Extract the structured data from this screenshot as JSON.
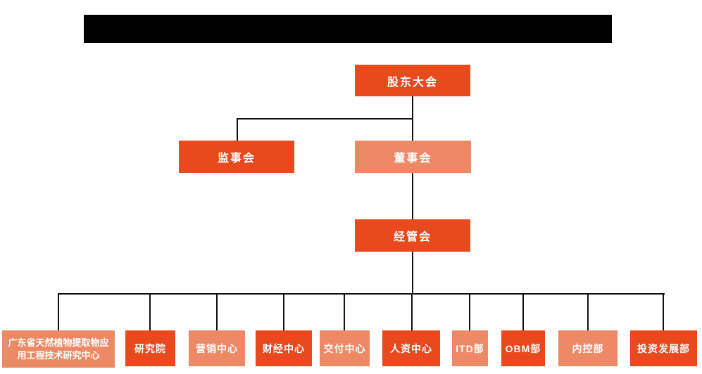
{
  "colors": {
    "node_dark": "#E8491D",
    "node_light": "#EE8966",
    "line": "#111111",
    "text": "#FFFFFF",
    "redaction": "#000000"
  },
  "org_chart": {
    "top": {
      "label": "股东大会",
      "tone": "dark"
    },
    "level2": [
      {
        "label": "监事会",
        "tone": "dark"
      },
      {
        "label": "董事会",
        "tone": "light"
      }
    ],
    "level3": {
      "label": "经管会",
      "tone": "dark"
    },
    "departments": [
      {
        "label": "广东省天然植物提取物应用工程技术研究中心",
        "tone": "light"
      },
      {
        "label": "研究院",
        "tone": "dark"
      },
      {
        "label": "营销中心",
        "tone": "light"
      },
      {
        "label": "财经中心",
        "tone": "dark"
      },
      {
        "label": "交付中心",
        "tone": "light"
      },
      {
        "label": "人资中心",
        "tone": "dark"
      },
      {
        "label": "ITD部",
        "tone": "light"
      },
      {
        "label": "OBM部",
        "tone": "dark"
      },
      {
        "label": "内控部",
        "tone": "light"
      },
      {
        "label": "投资发展部",
        "tone": "dark"
      }
    ]
  }
}
